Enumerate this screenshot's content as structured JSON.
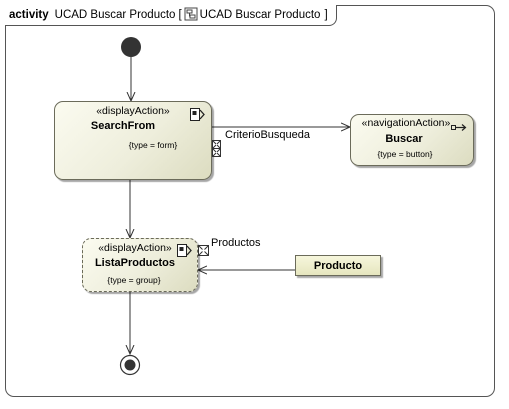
{
  "frame": {
    "keyword": "activity",
    "name": "UCAD Buscar Producto",
    "bracket_open": "[",
    "ref_name": "UCAD Buscar Producto",
    "bracket_close": "]"
  },
  "nodes": {
    "search_from": {
      "stereotype": "«displayAction»",
      "name": "SearchFrom",
      "tag": "{type = form}"
    },
    "buscar": {
      "stereotype": "«navigationAction»",
      "name": "Buscar",
      "tag": "{type = button}"
    },
    "lista_productos": {
      "stereotype": "«displayAction»",
      "name": "ListaProductos",
      "tag": "{type = group}"
    },
    "producto": {
      "name": "Producto"
    }
  },
  "pins": {
    "criterio": "CriterioBusqueda",
    "productos": "Productos"
  },
  "icons": {
    "action_icon": "display-action-icon",
    "nav_icon": "navigation-arrow-icon",
    "frame_icon": "activity-reference-icon"
  }
}
